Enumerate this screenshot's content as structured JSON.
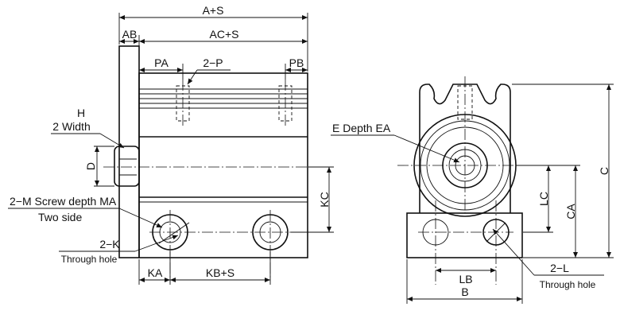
{
  "labels": {
    "a_plus_s": "A+S",
    "ab": "AB",
    "ac_plus_s": "AC+S",
    "pa": "PA",
    "two_p": "2−P",
    "pb": "PB",
    "h": "H",
    "two_width": "2 Width",
    "d": "D",
    "two_m_screw": "2−M Screw depth MA",
    "two_side": "Two side",
    "two_k": "2−K",
    "through_hole_left": "Through hole",
    "kc": "KC",
    "ka": "KA",
    "kb_plus_s": "KB+S",
    "e_depth": "E  Depth  EA",
    "lc": "LC",
    "ca": "CA",
    "c": "C",
    "lb": "LB",
    "b": "B",
    "two_l": "2−L",
    "through_hole_right": "Through hole"
  }
}
